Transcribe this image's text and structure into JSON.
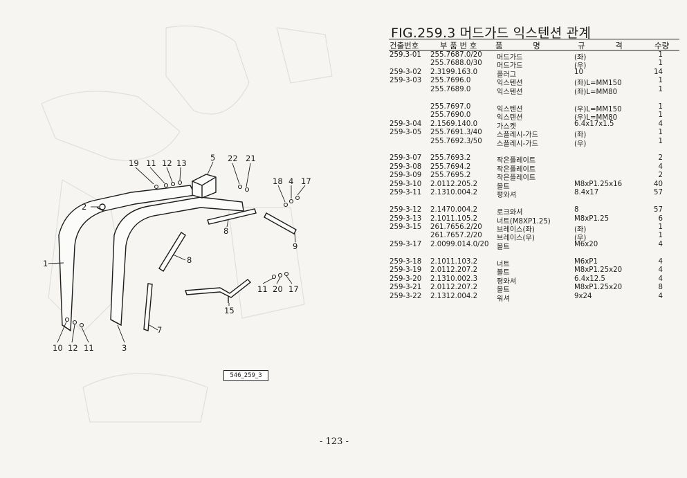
{
  "title": "FIG.259.3 머드가드 익스텐션 관계",
  "headers": {
    "fig_no": "건출번호",
    "part_no": "부 품 번 호",
    "name": "품 명",
    "spec": "규 격",
    "qty": "수량"
  },
  "rows": [
    {
      "fig": "259.3-01",
      "part": "255.7687.0/20",
      "name": "머드가드",
      "spec": "(좌)",
      "qty": "1"
    },
    {
      "fig": "",
      "part": "255.7688.0/30",
      "name": "머드가드",
      "spec": "(우)",
      "qty": "1"
    },
    {
      "fig": "259-3-02",
      "part": "2.3199.163.0",
      "name": "플러그",
      "spec": "10",
      "qty": "14"
    },
    {
      "fig": "259-3-03",
      "part": "255.7696.0",
      "name": "익스텐션",
      "spec": "(좌)L=MM150",
      "qty": "1"
    },
    {
      "fig": "",
      "part": "255.7689.0",
      "name": "익스텐션",
      "spec": "(좌)L=MM80",
      "qty": "1"
    },
    {
      "fig": "",
      "part": "",
      "name": "",
      "spec": "",
      "qty": ""
    },
    {
      "fig": "",
      "part": "255.7697.0",
      "name": "익스텐션",
      "spec": "(우)L=MM150",
      "qty": "1"
    },
    {
      "fig": "",
      "part": "255.7690.0",
      "name": "익스텐션",
      "spec": "(우)L=MM80",
      "qty": "1"
    },
    {
      "fig": "259-3-04",
      "part": "2.1569.140.0",
      "name": "가스켓",
      "spec": "6.4x17x1.5",
      "qty": "4"
    },
    {
      "fig": "259-3-05",
      "part": "255.7691.3/40",
      "name": "스플레시-가드",
      "spec": "(좌)",
      "qty": "1"
    },
    {
      "fig": "",
      "part": "255.7692.3/50",
      "name": "스플레시-가드",
      "spec": "(우)",
      "qty": "1"
    },
    {
      "fig": "",
      "part": "",
      "name": "",
      "spec": "",
      "qty": ""
    },
    {
      "fig": "259-3-07",
      "part": "255.7693.2",
      "name": "작은플레이트",
      "spec": "",
      "qty": "2"
    },
    {
      "fig": "259-3-08",
      "part": "255.7694.2",
      "name": "작은플레이트",
      "spec": "",
      "qty": "4"
    },
    {
      "fig": "259-3-09",
      "part": "255.7695.2",
      "name": "작은플레이트",
      "spec": "",
      "qty": "2"
    },
    {
      "fig": "259-3-10",
      "part": "2.0112.205.2",
      "name": "볼트",
      "spec": "M8xP1.25x16",
      "qty": "40"
    },
    {
      "fig": "259-3-11",
      "part": "2.1310.004.2",
      "name": "평와셔",
      "spec": "8.4x17",
      "qty": "57"
    },
    {
      "fig": "",
      "part": "",
      "name": "",
      "spec": "",
      "qty": ""
    },
    {
      "fig": "259-3-12",
      "part": "2.1470.004.2",
      "name": "로크와셔",
      "spec": "8",
      "qty": "57"
    },
    {
      "fig": "259-3-13",
      "part": "2.1011.105.2",
      "name": "너트(M8XP1.25)",
      "spec": "M8xP1.25",
      "qty": "6"
    },
    {
      "fig": "259-3-15",
      "part": "261.7656.2/20",
      "name": "브레이스(좌)",
      "spec": "(좌)",
      "qty": "1"
    },
    {
      "fig": "",
      "part": "261.7657.2/20",
      "name": "브레이스(우)",
      "spec": "(우)",
      "qty": "1"
    },
    {
      "fig": "259-3-17",
      "part": "2.0099.014.0/20",
      "name": "볼트",
      "spec": "M6x20",
      "qty": "4"
    },
    {
      "fig": "",
      "part": "",
      "name": "",
      "spec": "",
      "qty": ""
    },
    {
      "fig": "259-3-18",
      "part": "2.1011.103.2",
      "name": "너트",
      "spec": "M6xP1",
      "qty": "4"
    },
    {
      "fig": "259-3-19",
      "part": "2.0112.207.2",
      "name": "볼트",
      "spec": "M8xP1.25x20",
      "qty": "4"
    },
    {
      "fig": "259-3-20",
      "part": "2.1310.002.3",
      "name": "평와셔",
      "spec": "6.4x12.5",
      "qty": "4"
    },
    {
      "fig": "259-3-21",
      "part": "2.0112.207.2",
      "name": "볼트",
      "spec": "M8xP1.25x20",
      "qty": "8"
    },
    {
      "fig": "259-3-22",
      "part": "2.1312.004.2",
      "name": "워셔",
      "spec": "9x24",
      "qty": "4"
    }
  ],
  "diagram": {
    "tag": "546_259_3",
    "callouts": [
      "19",
      "11",
      "12",
      "13",
      "5",
      "22",
      "21",
      "18",
      "4",
      "17",
      "2",
      "8",
      "9",
      "1",
      "8",
      "11",
      "20",
      "17",
      "15",
      "7",
      "10",
      "12",
      "11",
      "3"
    ]
  },
  "page_number": "- 123 -",
  "colors": {
    "ink": "#1c1c1c",
    "paper": "#f6f5f1"
  }
}
